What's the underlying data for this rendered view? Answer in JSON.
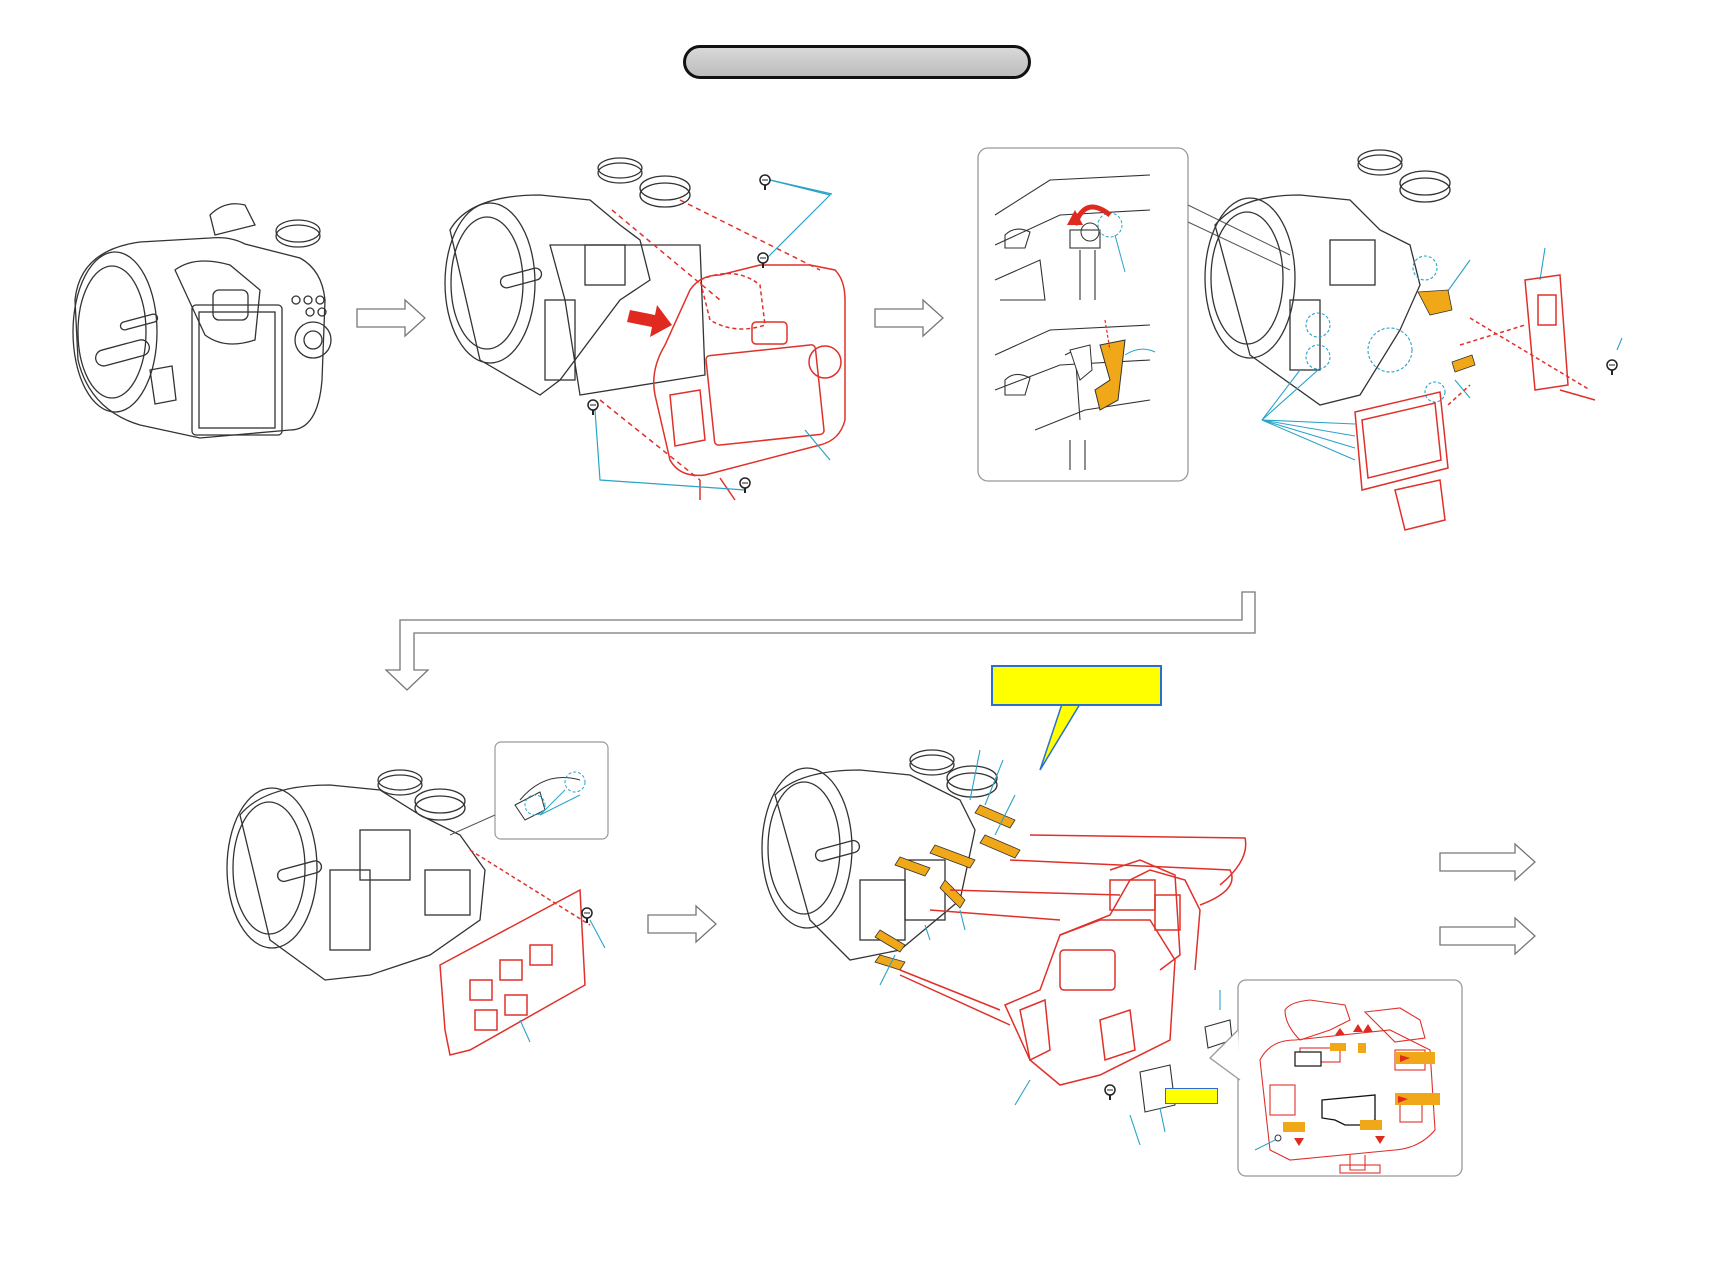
{
  "diagram": {
    "title_text": "",
    "callout_text": "",
    "note_text": "",
    "colors": {
      "part_outline": "#e0302a",
      "leader_line": "#2aa3c8",
      "body_line": "#333333",
      "flex_cable": "#f0a818",
      "highlight": "#ffff00",
      "arrow_fill": "#ffffff",
      "arrow_stroke": "#777777",
      "action_arrow": "#e02a1f",
      "detail_frame": "#999999"
    },
    "steps": [
      {
        "id": "step-1",
        "content": "camera-rear-view"
      },
      {
        "id": "step-2",
        "content": "remove-rear-cover"
      },
      {
        "id": "step-3",
        "content": "connector-detail-and-lcd-removal"
      },
      {
        "id": "step-4",
        "content": "remove-shield-plate"
      },
      {
        "id": "step-5",
        "content": "remove-board-and-frame"
      }
    ],
    "icons": [
      "screw-icon",
      "flow-arrow-icon",
      "connector-lock-icon",
      "flex-cable-icon"
    ]
  }
}
